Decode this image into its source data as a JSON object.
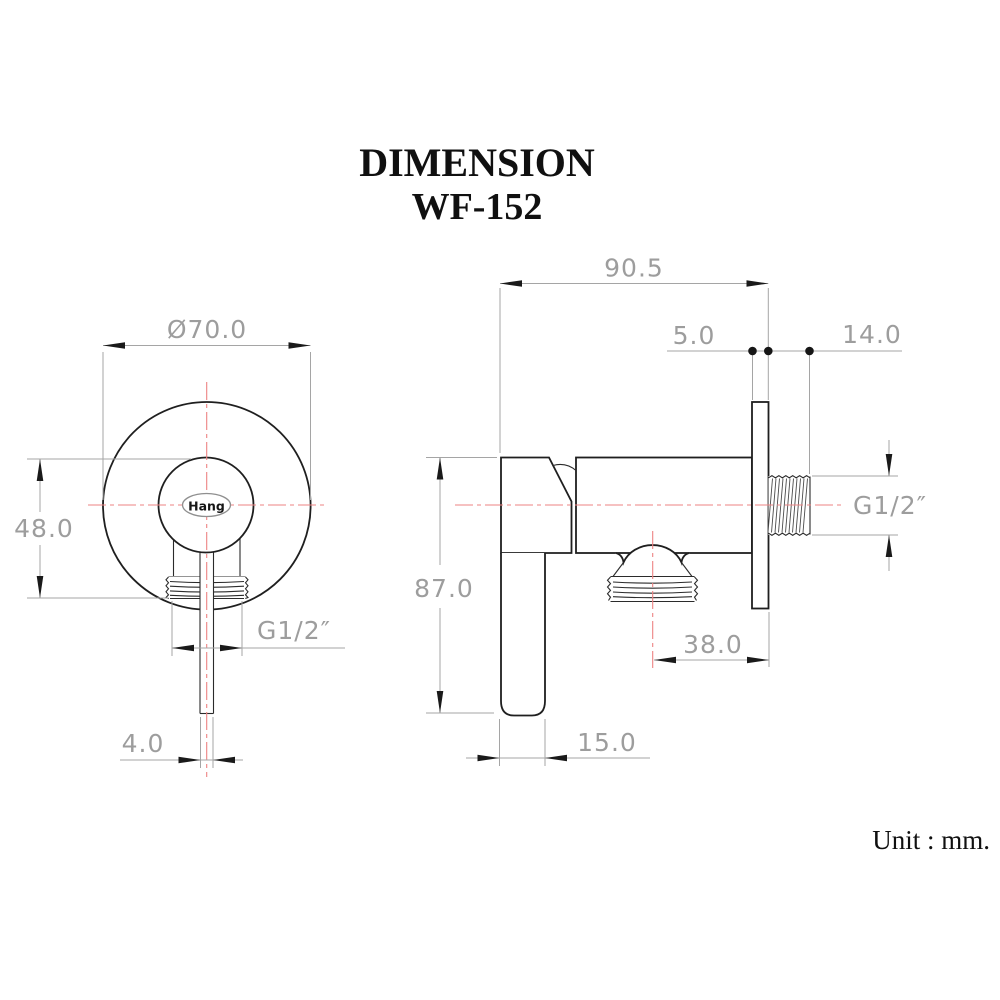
{
  "title": {
    "heading": "DIMENSION",
    "model": "WF-152"
  },
  "unit_note": "Unit : mm.",
  "brand_logo": "Hang",
  "dimensions": {
    "front": {
      "diameter": "Ø70.0",
      "height": "48.0",
      "thread": "G1/2″",
      "lever_thickness": "4.0"
    },
    "side": {
      "depth": "90.5",
      "plate_thickness": "5.0",
      "thread_length": "14.0",
      "height": "87.0",
      "thread": "G1/2″",
      "outlet_offset": "38.0",
      "lever_width": "15.0"
    }
  },
  "colors": {
    "geometry": "#1f1f1f",
    "dimension_lines": "#a5a5a5",
    "dimension_text": "#9d9d9d",
    "centerline": "#ee8383",
    "arrow": "#1a1a1a",
    "background": "#ffffff"
  }
}
